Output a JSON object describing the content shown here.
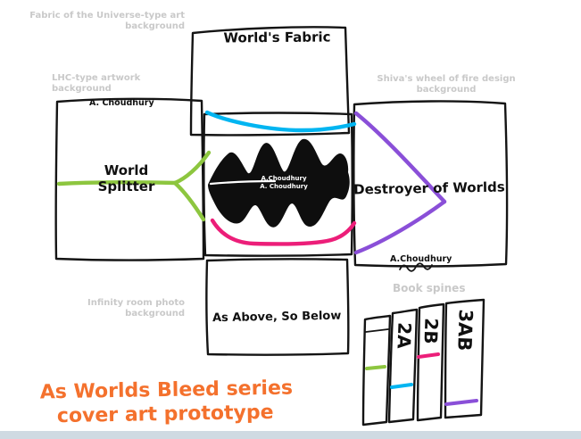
{
  "colors": {
    "ink": "#141414",
    "green": "#8dc63f",
    "cyan": "#00b5f1",
    "magenta": "#ec1e79",
    "purple": "#8a4fd8",
    "orange": "#f4712d",
    "annotation": "#c9c9c9",
    "blob": "#0e0e0e",
    "bottom_bar": "#cfdae2"
  },
  "panels": {
    "top": {
      "title": "World's Fabric",
      "annotation": "Fabric of the Universe-type art background"
    },
    "left": {
      "title": "World Splitter",
      "author": "A. Choudhury",
      "annotation": "LHC-type artwork background"
    },
    "center": {
      "author_line1": "A.Choudhury",
      "author_line2": "A. Choudhury"
    },
    "right": {
      "title": "Destroyer of Worlds",
      "author": "A.Choudhury",
      "annotation": "Shiva's wheel of fire design background"
    },
    "bottom": {
      "title": "As Above, So Below",
      "annotation": "Infinity room photo background"
    }
  },
  "spines": {
    "annotation": "Book spines",
    "labels": [
      "2A",
      "2B",
      "3AB"
    ]
  },
  "caption": {
    "line1": "As Worlds Bleed series",
    "line2": "cover art prototype"
  }
}
